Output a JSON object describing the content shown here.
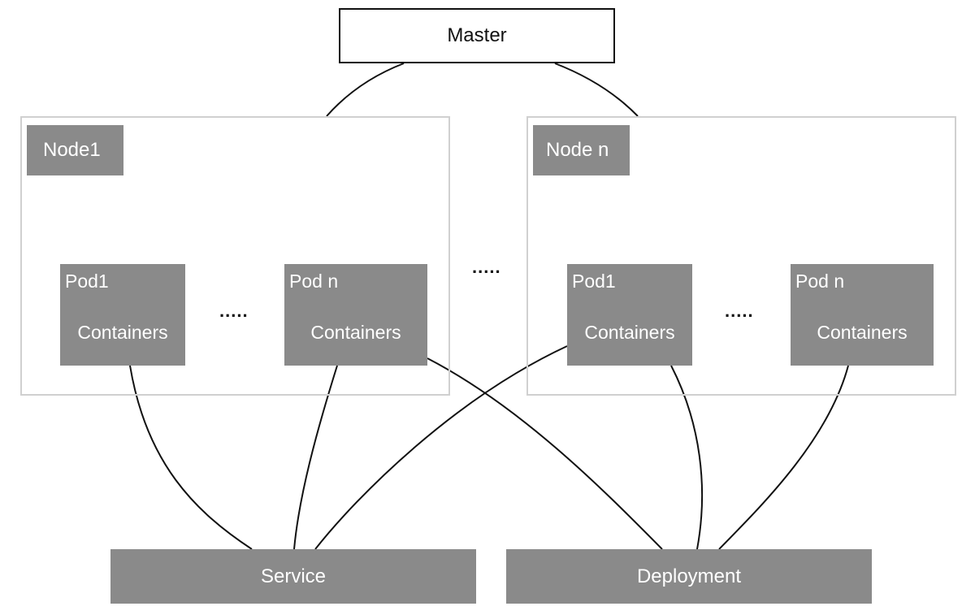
{
  "master": {
    "label": "Master"
  },
  "nodes": [
    {
      "label": "Node1",
      "pods": [
        {
          "title": "Pod1",
          "subtitle": "Containers"
        },
        {
          "title": "Pod n",
          "subtitle": "Containers"
        }
      ],
      "ellipsis": "....."
    },
    {
      "label": "Node n",
      "pods": [
        {
          "title": "Pod1",
          "subtitle": "Containers"
        },
        {
          "title": "Pod n",
          "subtitle": "Containers"
        }
      ],
      "ellipsis": "....."
    }
  ],
  "between_nodes_ellipsis": ".....",
  "service": {
    "label": "Service"
  },
  "deployment": {
    "label": "Deployment"
  },
  "colors": {
    "box_fill": "#8a8a8a",
    "frame_border": "#d0d0d0",
    "line": "#111111"
  }
}
